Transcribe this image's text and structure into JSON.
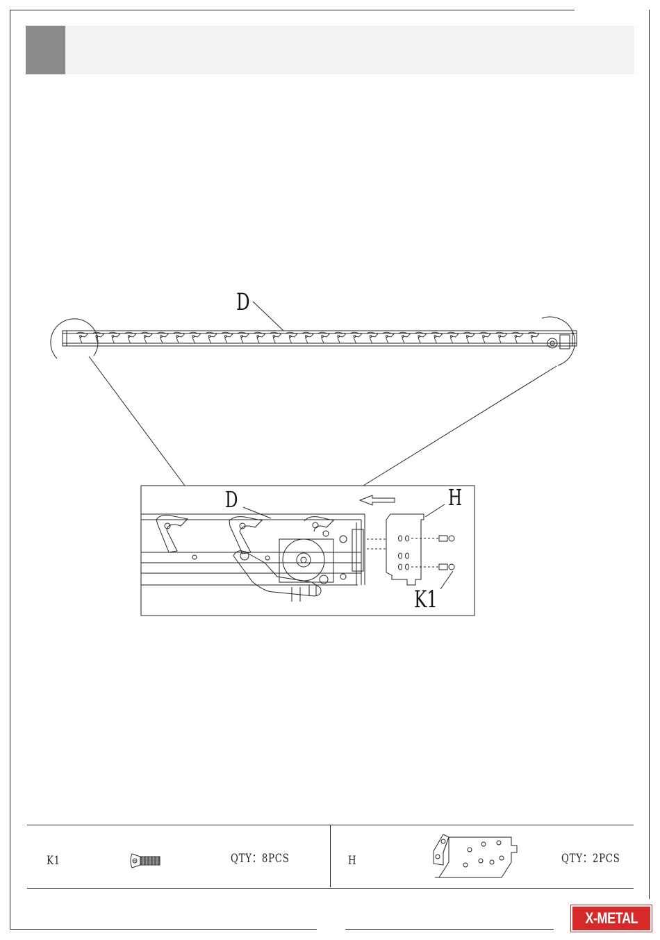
{
  "diagram": {
    "callout_top_d": "D",
    "callout_detail_d": "D",
    "callout_detail_h": "H",
    "callout_detail_k1": "K1"
  },
  "parts": [
    {
      "code": "K1",
      "qty": "QTY：8PCS",
      "icon": "countersunk-screw-icon"
    },
    {
      "code": "H",
      "qty": "QTY：2PCS",
      "icon": "mounting-bracket-icon"
    }
  ],
  "brand": {
    "logo_text": "X-METAL",
    "color": "#d62a2a"
  }
}
